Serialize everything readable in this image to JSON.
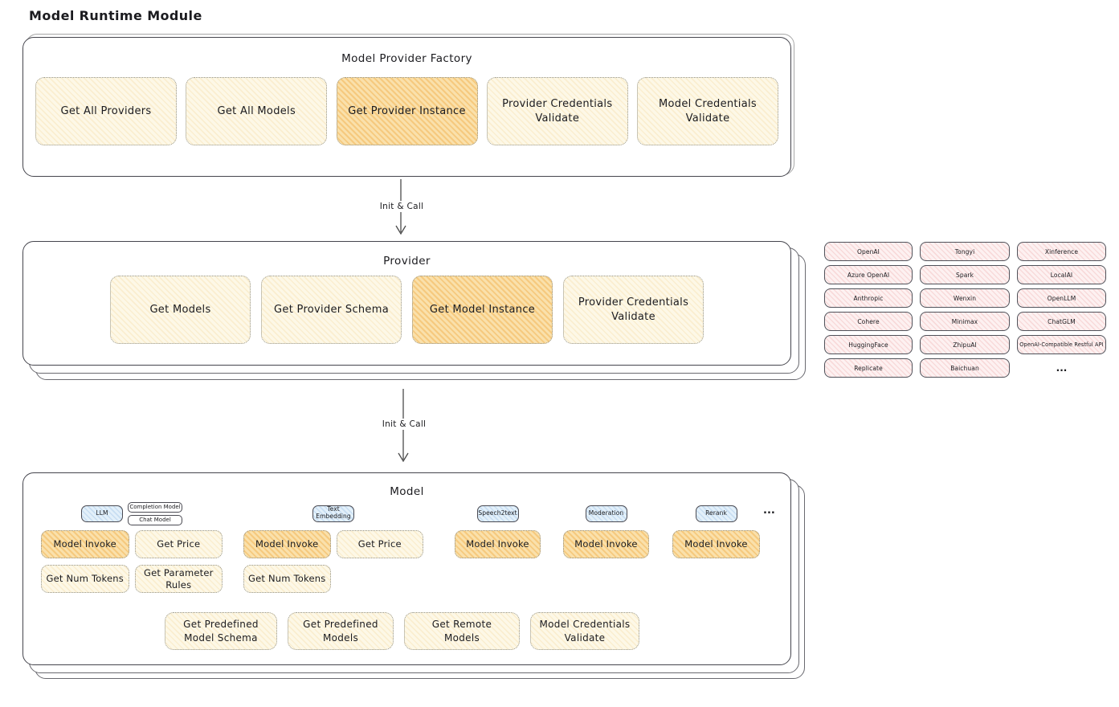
{
  "title": "Model Runtime Module",
  "arrows": [
    {
      "label": "Init & Call"
    },
    {
      "label": "Init & Call"
    }
  ],
  "factory": {
    "title": "Model Provider Factory",
    "buttons": [
      {
        "label": "Get All Providers",
        "highlighted": false
      },
      {
        "label": "Get All Models",
        "highlighted": false
      },
      {
        "label": "Get Provider Instance",
        "highlighted": true
      },
      {
        "label": "Provider Credentials Validate",
        "highlighted": false
      },
      {
        "label": "Model Credentials Validate",
        "highlighted": false
      }
    ]
  },
  "provider": {
    "title": "Provider",
    "buttons": [
      {
        "label": "Get Models",
        "highlighted": false
      },
      {
        "label": "Get Provider Schema",
        "highlighted": false
      },
      {
        "label": "Get Model Instance",
        "highlighted": true
      },
      {
        "label": "Provider Credentials Validate",
        "highlighted": false
      }
    ]
  },
  "providers_list": [
    "OpenAI",
    "Tongyi",
    "Xinference",
    "Azure OpenAI",
    "Spark",
    "LocalAI",
    "Anthropic",
    "Wenxin",
    "OpenLLM",
    "Cohere",
    "Minimax",
    "ChatGLM",
    "HuggingFace",
    "ZhipuAI",
    "OpenAI-Compatible Restful API",
    "Replicate",
    "Baichuan",
    "..."
  ],
  "model": {
    "title": "Model",
    "ellipsis": "...",
    "groups": [
      {
        "tag": "LLM",
        "subtags": [
          "Completion Model",
          "Chat Model"
        ],
        "buttons": [
          {
            "label": "Model Invoke",
            "highlighted": true
          },
          {
            "label": "Get Price",
            "highlighted": false
          },
          {
            "label": "Get Num Tokens",
            "highlighted": false
          },
          {
            "label": "Get Parameter Rules",
            "highlighted": false
          }
        ]
      },
      {
        "tag": "Text Embedding",
        "buttons": [
          {
            "label": "Model Invoke",
            "highlighted": true
          },
          {
            "label": "Get Price",
            "highlighted": false
          },
          {
            "label": "Get Num Tokens",
            "highlighted": false
          }
        ]
      },
      {
        "tag": "Speech2text",
        "buttons": [
          {
            "label": "Model Invoke",
            "highlighted": true
          }
        ]
      },
      {
        "tag": "Moderation",
        "buttons": [
          {
            "label": "Model Invoke",
            "highlighted": true
          }
        ]
      },
      {
        "tag": "Rerank",
        "buttons": [
          {
            "label": "Model Invoke",
            "highlighted": true
          }
        ]
      }
    ],
    "bottom_buttons": [
      "Get Predefined Model Schema",
      "Get Predefined Models",
      "Get Remote Models",
      "Model Credentials Validate"
    ]
  },
  "colors": {
    "cream_fill": "#fdf8e7",
    "orange_fill": "#f9e0ad",
    "pink_fill": "#fdf1f1",
    "blue_fill": "#e3f0fa",
    "container_border": "#45454d",
    "dotted_border": "#94948a"
  }
}
